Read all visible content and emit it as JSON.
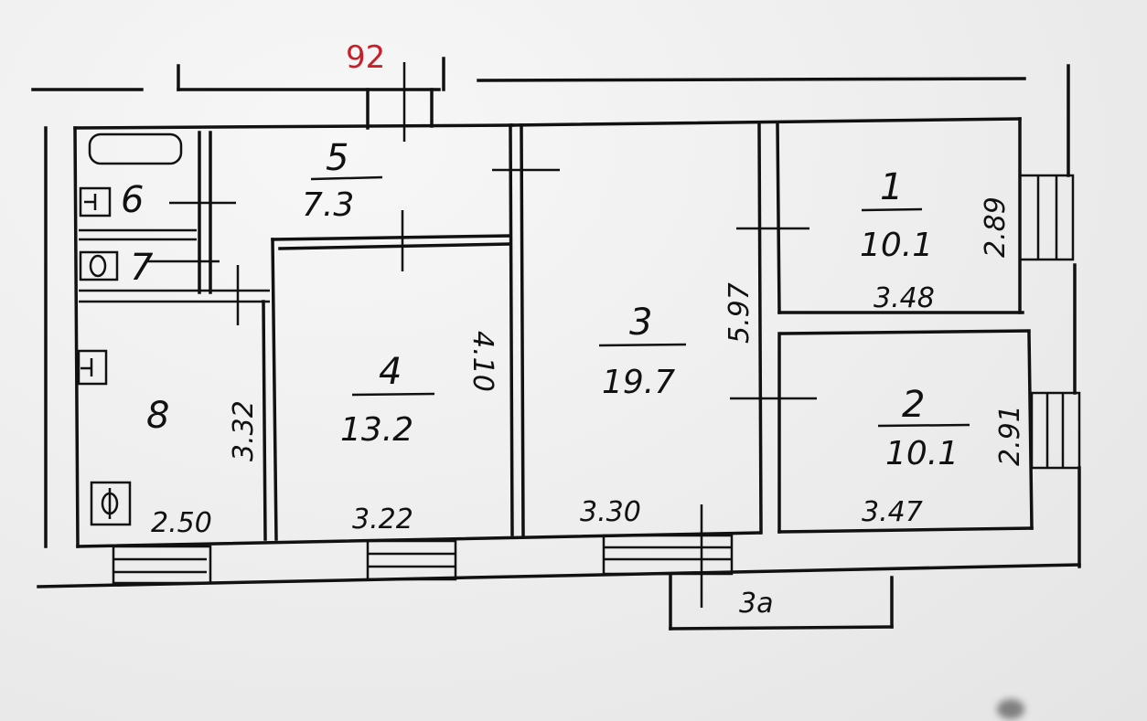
{
  "plan": {
    "apartment_number": "92",
    "apartment_number_color": "#c8202a",
    "rooms": [
      {
        "id": "1",
        "area": "10.1",
        "width": "3.48",
        "depth": "2.89"
      },
      {
        "id": "2",
        "area": "10.1",
        "width": "3.47",
        "depth": "2.91"
      },
      {
        "id": "3",
        "area": "19.7",
        "width": "3.30",
        "depth": "5.97"
      },
      {
        "id": "3a",
        "label": "3a"
      },
      {
        "id": "4",
        "area": "13.2",
        "width": "3.22",
        "depth": "4.10"
      },
      {
        "id": "5",
        "area": "7.3"
      },
      {
        "id": "6"
      },
      {
        "id": "7"
      },
      {
        "id": "8",
        "width": "2.50",
        "depth": "3.32"
      }
    ]
  }
}
